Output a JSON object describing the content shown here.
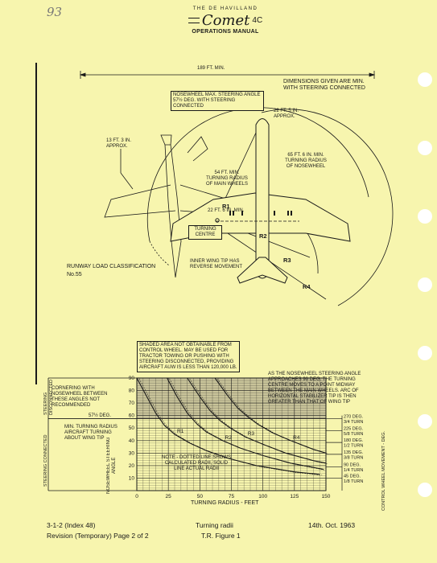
{
  "handwritten_page": "93",
  "header": {
    "company": "THE DE HAVILLAND",
    "aircraft": "Comet",
    "model": "4C",
    "manual": "OPERATIONS MANUAL"
  },
  "diagram": {
    "width_dim": "189 FT. MIN.",
    "note_dims": "DIMENSIONS GIVEN ARE MIN. WITH STEERING CONNECTED",
    "nosewheel_max": "NOSEWHEEL MAX. STEERING ANGLE 57½ DEG. WITH STEERING CONNECTED",
    "dim_22_5": "22 FT. 5 IN. APPROX.",
    "dim_13_3": "13 FT. 3 IN. APPROX.",
    "dim_65_6": "65 FT. 6 IN. MIN. TURNING RADIUS OF NOSEWHEEL",
    "dim_54": "54 FT. MIN. TURNING RADIUS OF MAIN WHEELS",
    "dim_22_6": "22 FT. 6 IN. MIN.",
    "r1": "R1",
    "r2": "R2",
    "r3": "R3",
    "r4": "R4",
    "turning_centre": "TURNING CENTRE",
    "inner_tip": "INNER WING TIP HAS REVERSE MOVEMENT",
    "rlc_label": "RUNWAY LOAD CLASSIFICATION",
    "rlc_value": "No.55"
  },
  "chart_notes": {
    "shaded_area": "SHADED AREA NOT OBTAINABLE FROM CONTROL WHEEL. MAY BE USED FOR TRACTOR TOWING OR PUSHING WITH STEERING DISCONNECTED, PROVIDING AIRCRAFT AUW IS LESS THAN 120,000 LB.",
    "approach_90": "AS THE NOSEWHEEL STEERING ANGLE APPROACHES 90 DEG. THE TURNING CENTRE MOVES TO A POINT MIDWAY BETWEEN THE MAIN WHEELS. ARC OF HORIZONTAL STABILIZER TIP IS THEN GREATER THAN THAT OF WING TIP",
    "cornering": "CORNERING WITH NOSEWHEEL BETWEEN THESE ANGLES NOT RECOMMENDED",
    "deg_57": "57½ DEG.",
    "min_turn": "MIN. TURNING RADIUS AIRCRAFT TURNING ABOUT WING TIP",
    "dotted": "NOTE - DOTTED LINE SHOWS CALCULATED RADII, SOLID LINE ACTUAL RADII",
    "steer_disconnected": "STEERING DISCONNECTED",
    "steer_connected": "STEERING CONNECTED",
    "right_axis": "CONTROL WHEEL MOVEMENT - DEG.",
    "ylabel": "NOSEWHEEL STEERING ANGLE"
  },
  "chart_data": {
    "type": "line",
    "xlabel": "TURNING RADIUS - FEET",
    "ylabel": "NOSEWHEEL STEERING ANGLE",
    "xlim": [
      0,
      150
    ],
    "ylim": [
      0,
      90
    ],
    "x_ticks": [
      "0",
      "25",
      "50",
      "75",
      "100",
      "125",
      "150"
    ],
    "y_ticks": [
      "10",
      "20",
      "30",
      "40",
      "50",
      "60",
      "70",
      "80",
      "90"
    ],
    "shaded_region": [
      57.5,
      90
    ],
    "series": [
      {
        "name": "R1",
        "points": [
          [
            0,
            90
          ],
          [
            8,
            75
          ],
          [
            15,
            62
          ],
          [
            22,
            52
          ],
          [
            30,
            45
          ],
          [
            42,
            38
          ],
          [
            55,
            32
          ],
          [
            72,
            26
          ],
          [
            95,
            20
          ],
          [
            125,
            15
          ],
          [
            145,
            13
          ]
        ]
      },
      {
        "name": "R2",
        "points": [
          [
            24,
            90
          ],
          [
            32,
            75
          ],
          [
            40,
            62
          ],
          [
            48,
            53
          ],
          [
            55,
            47
          ],
          [
            68,
            40
          ],
          [
            82,
            34
          ],
          [
            100,
            28
          ],
          [
            122,
            22
          ],
          [
            148,
            17
          ]
        ]
      },
      {
        "name": "R3",
        "points": [
          [
            40,
            90
          ],
          [
            50,
            75
          ],
          [
            58,
            64
          ],
          [
            66,
            56
          ],
          [
            74,
            50
          ],
          [
            86,
            43
          ],
          [
            100,
            37
          ],
          [
            118,
            30
          ],
          [
            140,
            24
          ],
          [
            150,
            22
          ]
        ]
      },
      {
        "name": "R4",
        "points": [
          [
            62,
            90
          ],
          [
            72,
            76
          ],
          [
            80,
            66
          ],
          [
            88,
            59
          ],
          [
            96,
            53
          ],
          [
            108,
            46
          ],
          [
            122,
            40
          ],
          [
            140,
            33
          ],
          [
            150,
            30
          ]
        ]
      }
    ],
    "right_axis_labels": [
      "270 DEG. 3/4 TURN",
      "225 DEG. 5/8 TURN",
      "180 DEG. 1/2 TURN",
      "135 DEG. 3/8 TURN",
      "90 DEG. 1/4 TURN",
      "45 DEG. 1/8 TURN"
    ],
    "right_axis_values": [
      57.5,
      48,
      38.5,
      29,
      19,
      10
    ]
  },
  "footer": {
    "section": "3-1-2 (Index 48)",
    "revision": "Revision (Temporary) Page 2 of 2",
    "title": "Turning radii",
    "figure": "T.R. Figure 1",
    "date": "14th. Oct. 1963"
  }
}
